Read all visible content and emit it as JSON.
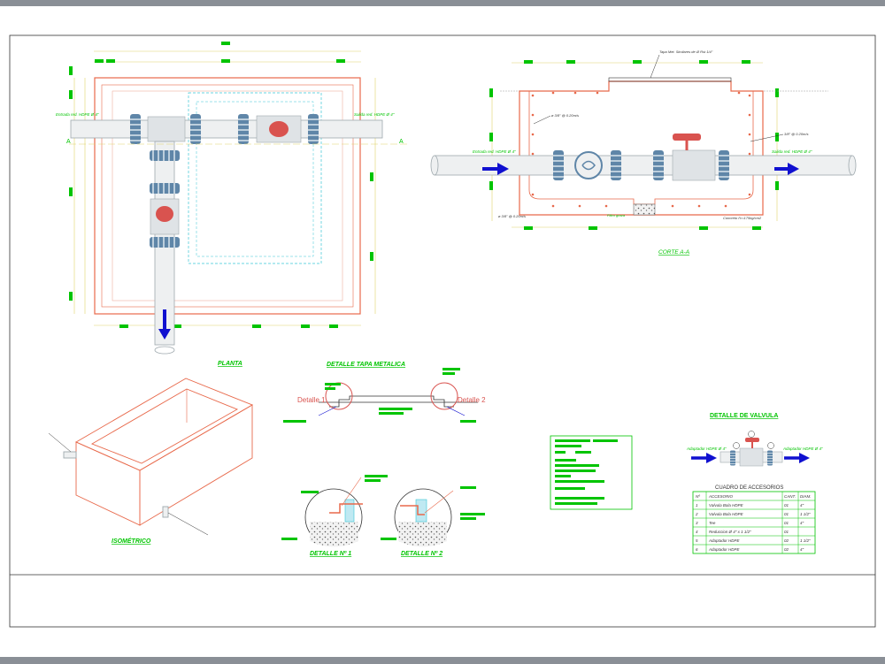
{
  "titles": {
    "planta": "PLANTA",
    "corte": "CORTE A-A",
    "isometrico": "ISOMÉTRICO",
    "detalle_tapa": "DETALLE TAPA METALICA",
    "detalle_1": "DETALLE Nº 1",
    "detalle_2": "DETALLE Nº 2",
    "detalle_valvula": "DETALLE DE VALVULA",
    "cuadro": "CUADRO DE ACCESORIOS"
  },
  "labels": {
    "detalle_1_callout": "Detalle 1",
    "detalle_2_callout": "Detalle 2",
    "section_mark": "A",
    "entrada_planta": "Entrada red. HDPE Ø 4\"",
    "salida_planta": "Salida red. HDPE Ø 4\"",
    "entrada_corte": "Entrada red. HDPE Ø 4\"",
    "salida_corte": "Salida red. HDPE Ø 4\"",
    "tapa_corte": "Tapa Met. Similares de Ø Rst 1/4\"",
    "acero_sup": "ø 3/8\" @ 0.20m/s",
    "acero_inf": "ø 3/8\" @ 0.20m/s",
    "acero_der": "3/8\" @ 0.20m/s",
    "concreto": "Concreto f'c=175kg/cm2",
    "filtro": "Filtro grava",
    "valv_entrada": "Adaptador HDPE Ø 4\"",
    "valv_salida": "Adaptador HDPE Ø 4\""
  },
  "table": {
    "headers": [
      "Nº",
      "ACCESORIO",
      "CANT.",
      "DIAM."
    ],
    "rows": [
      [
        "1",
        "Valvula Bola HDPE",
        "01",
        "4\""
      ],
      [
        "2",
        "Valvula Bola HDPE",
        "01",
        "1 1/2\""
      ],
      [
        "3",
        "Tee",
        "01",
        "4\""
      ],
      [
        "4",
        "Reduccion Ø 4\" x 1 1/2\"",
        "01",
        ""
      ],
      [
        "5",
        "Adaptador HDPE",
        "02",
        "1 1/2\""
      ],
      [
        "6",
        "Adaptador HDPE",
        "02",
        "4\""
      ]
    ]
  },
  "colors": {
    "outline": "#e8694b",
    "pipe": "#9ea8ad",
    "fitting": "#5f86a8",
    "valve_red": "#d9534f",
    "green_text": "#00c400",
    "dim": "#e0d26a",
    "arrow": "#1010d0",
    "cyan": "#39c6d6"
  }
}
